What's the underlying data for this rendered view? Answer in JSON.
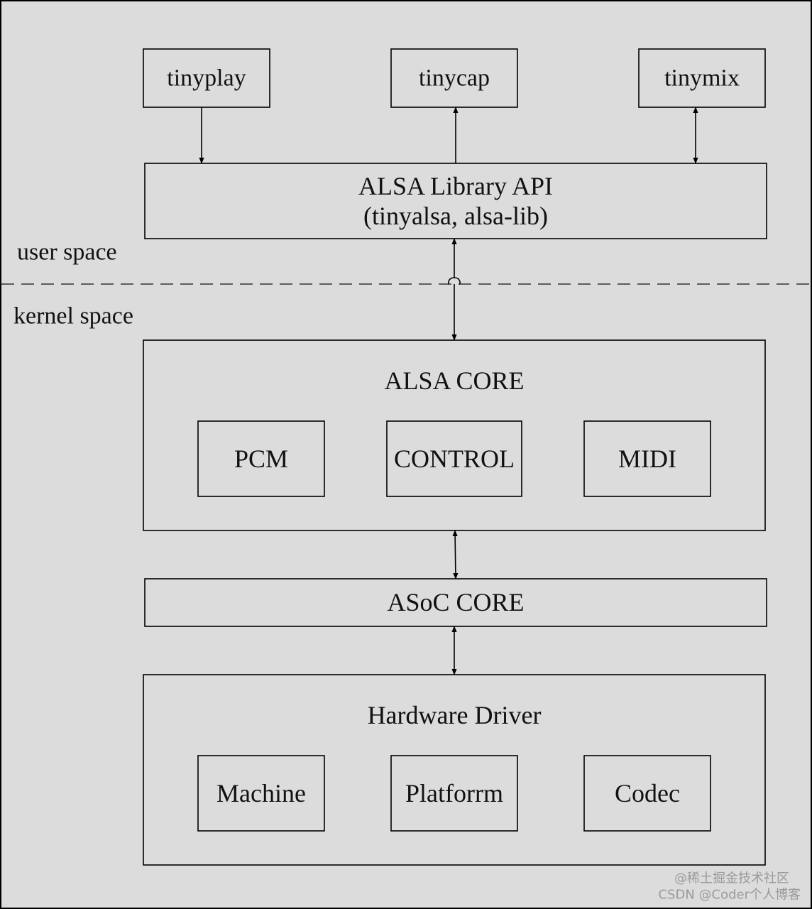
{
  "colors": {
    "background": "#dcdcdc",
    "box_border": "#000000",
    "text": "#111111",
    "watermark": "#9a9a9a"
  },
  "apps": {
    "tinyplay": "tinyplay",
    "tinycap": "tinycap",
    "tinymix": "tinymix"
  },
  "library": {
    "line1": "ALSA Library API",
    "line2": "(tinyalsa, alsa-lib)"
  },
  "regions": {
    "user_space": "user space",
    "kernel_space": "kernel space"
  },
  "alsa_core": {
    "title": "ALSA CORE",
    "pcm": "PCM",
    "control": "CONTROL",
    "midi": "MIDI"
  },
  "asoc_core": {
    "title": "ASoC CORE"
  },
  "hardware_driver": {
    "title": "Hardware Driver",
    "machine": "Machine",
    "platform": "Platforrm",
    "codec": "Codec"
  },
  "watermark": {
    "line1": "@稀土掘金技术社区",
    "line2": "CSDN @Coder个人博客"
  }
}
